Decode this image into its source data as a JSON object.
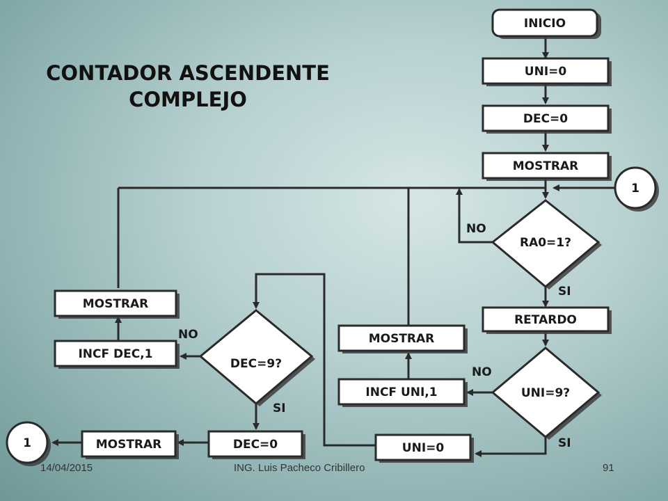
{
  "title": {
    "line1": "CONTADOR ASCENDENTE",
    "line2": "COMPLEJO"
  },
  "nodes": {
    "inicio": "INICIO",
    "uni_init": "UNI=0",
    "dec_init": "DEC=0",
    "mostrar_top": "MOSTRAR",
    "connector_right": "1",
    "decision_ra0": "RA0=1?",
    "retardo": "RETARDO",
    "decision_uni9": "UNI=9?",
    "incf_uni": "INCF UNI,1",
    "mostrar_uni": "MOSTRAR",
    "uni_reset": "UNI=0",
    "decision_dec9": "DEC=9?",
    "incf_dec": "INCF DEC,1",
    "mostrar_dec": "MOSTRAR",
    "dec_reset": "DEC=0",
    "mostrar_bottom": "MOSTRAR",
    "connector_left": "1"
  },
  "edge_labels": {
    "ra0_no": "NO",
    "ra0_si": "SI",
    "uni9_no": "NO",
    "uni9_si": "SI",
    "dec9_no": "NO",
    "dec9_si": "SI"
  },
  "footer": {
    "date": "14/04/2015",
    "author": "ING. Luis Pacheco Cribillero",
    "page": "91"
  }
}
